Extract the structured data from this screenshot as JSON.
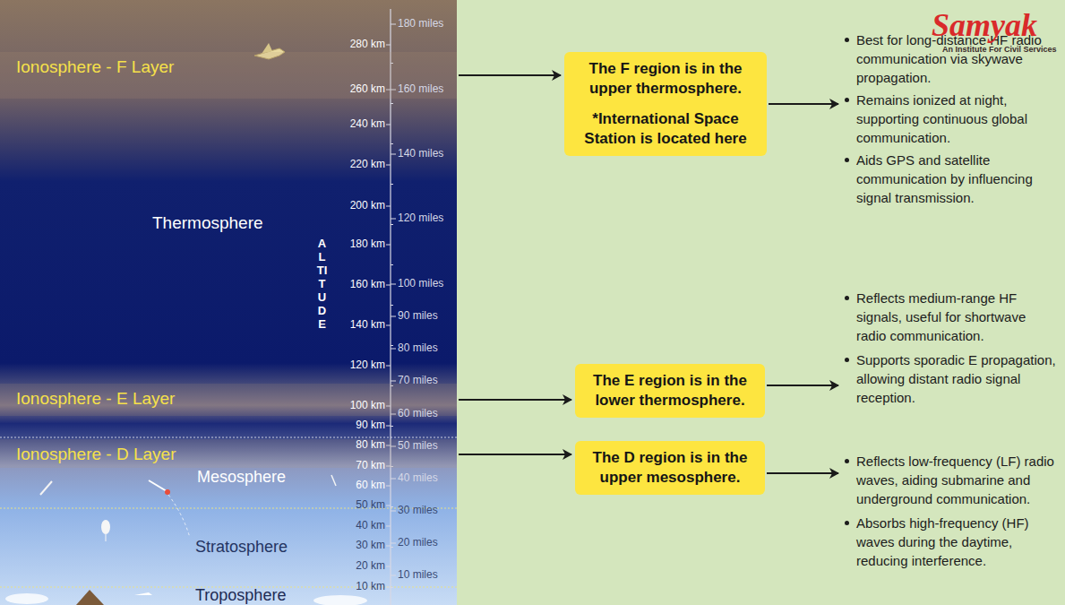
{
  "diagram": {
    "nodes": [
      {
        "text": [
          "Ionosphere - F Layer"
        ]
      },
      {
        "text": [
          "The F region is in the upper thermosphere.",
          "*International Space Station is located here"
        ]
      },
      {
        "text": [
          "Best for long-distance HF radio communication via skywave propagation.",
          "Remains ionized at night, supporting continuous global communication.",
          "Aids GPS and satellite communication by influencing signal transmission."
        ]
      },
      {
        "text": [
          "Ionosphere - E Layer"
        ]
      },
      {
        "text": [
          "The E region is in the lower thermosphere."
        ]
      },
      {
        "text": [
          "Reflects medium-range HF signals, useful for shortwave radio communication.",
          "Supports sporadic E propagation, allowing distant radio signal reception."
        ]
      },
      {
        "text": [
          "Ionosphere - D Layer"
        ]
      },
      {
        "text": [
          "The D region is in the upper mesosphere."
        ]
      },
      {
        "text": [
          "Reflects low-frequency (LF) radio waves, aiding submarine and underground communication.",
          "Absorbs high-frequency (HF) waves during the daytime, reducing interference."
        ]
      }
    ],
    "edges": [
      {
        "from": 0,
        "to": 1,
        "arrow": "to"
      },
      {
        "from": 1,
        "to": 2,
        "arrow": "to"
      },
      {
        "from": 3,
        "to": 4,
        "arrow": "to"
      },
      {
        "from": 4,
        "to": 5,
        "arrow": "to"
      },
      {
        "from": 6,
        "to": 7,
        "arrow": "to"
      },
      {
        "from": 7,
        "to": 8,
        "arrow": "to"
      }
    ],
    "labels": [
      "Thermosphere",
      "Mesosphere",
      "Stratosphere",
      "Troposphere",
      "ALTITUDE",
      "280 km",
      "260 km",
      "240 km",
      "220 km",
      "200 km",
      "180 km",
      "160 km",
      "140 km",
      "120 km",
      "100 km",
      "90 km",
      "80 km",
      "70 km",
      "60 km",
      "50 km",
      "40 km",
      "30 km",
      "20 km",
      "10 km",
      "180 miles",
      "160 miles",
      "140 miles",
      "120 miles",
      "100 miles",
      "90 miles",
      "80 miles",
      "70 miles",
      "60 miles",
      "50 miles",
      "40 miles",
      "30 miles",
      "20 miles",
      "10 miles",
      "Samyak",
      "An Institute For Civil Services"
    ]
  }
}
